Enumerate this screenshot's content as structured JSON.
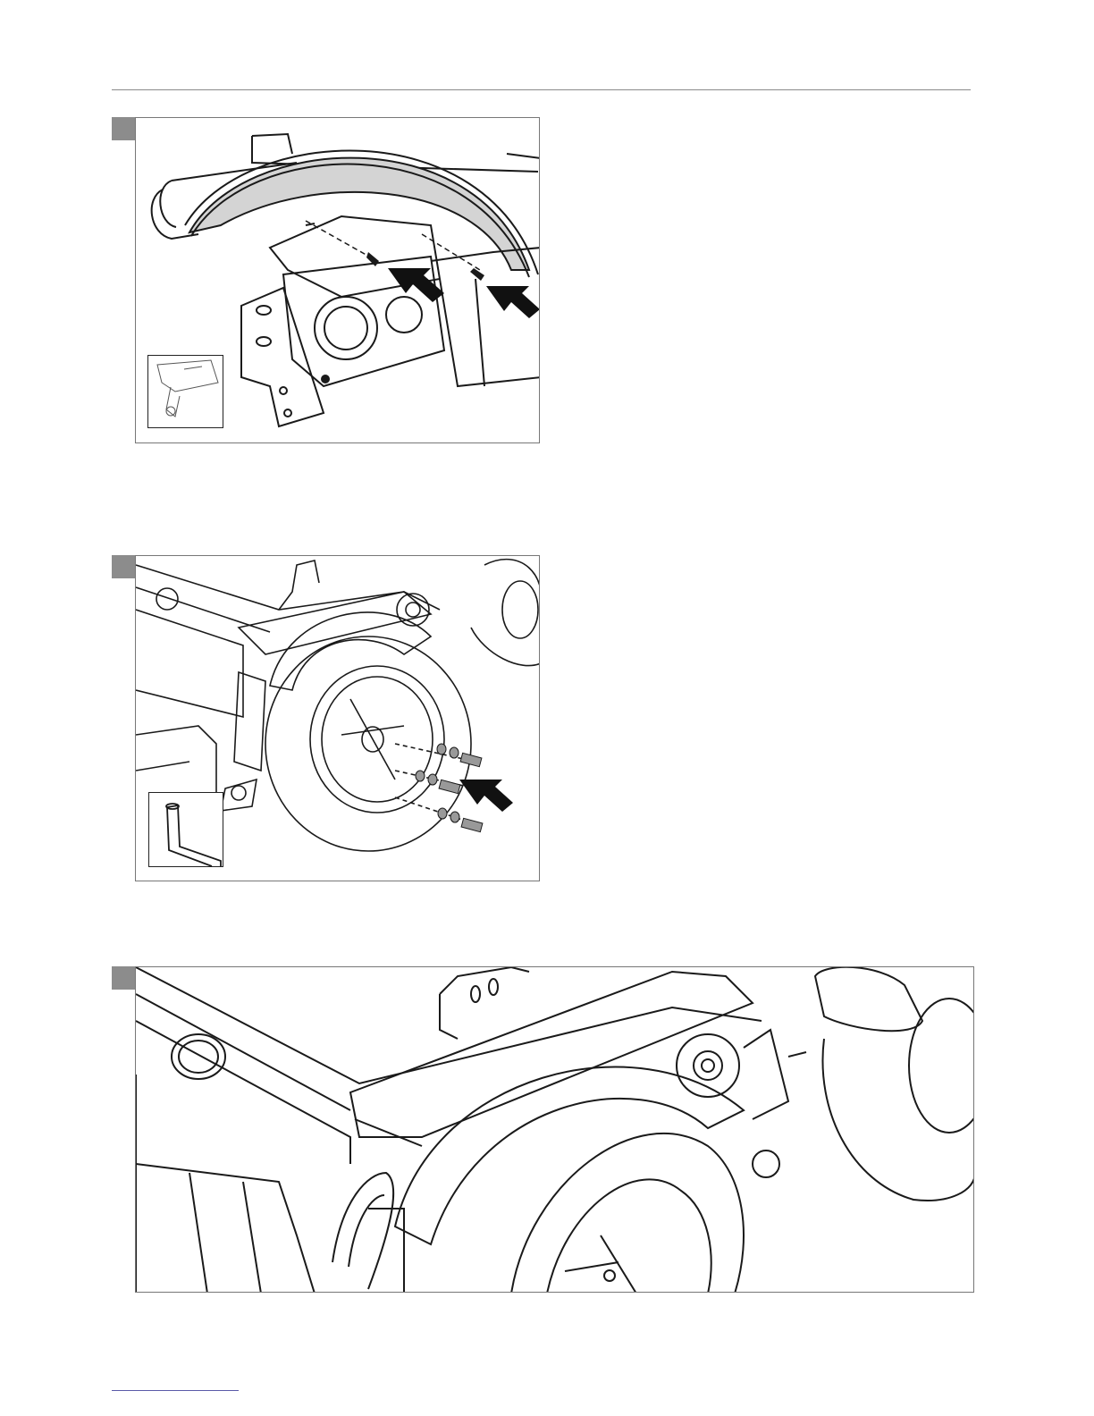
{
  "page": {
    "figures": [
      {
        "id": "figure-1",
        "subject": "mudguard-mounting-screws",
        "callout_arrows": 2,
        "inset_tool": "screwdriver-icon"
      },
      {
        "id": "figure-2",
        "subject": "wheel-bolt-removal",
        "callout_arrows": 1,
        "inset_tool": "allen-key-icon"
      },
      {
        "id": "figure-3",
        "subject": "wheel-and-mudguard-detail",
        "callout_arrows": 0
      }
    ]
  },
  "colors": {
    "line": "#1a1a1a",
    "fender_fill": "#d4d4d4",
    "step_tab": "#8c8c8c",
    "frame": "#777777"
  }
}
